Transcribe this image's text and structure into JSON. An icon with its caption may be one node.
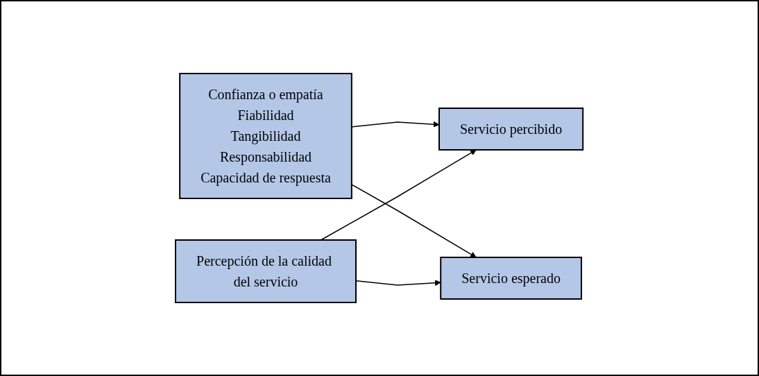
{
  "diagram": {
    "nodes": [
      {
        "text": [
          "Confianza o empatía",
          "Fiabilidad",
          "Tangibilidad",
          "Responsabilidad",
          "Capacidad de respuesta"
        ]
      },
      {
        "text": [
          "Servicio percibido"
        ]
      },
      {
        "text": [
          "Servicio esperado"
        ]
      },
      {
        "text": [
          "Percepción de la calidad del servicio"
        ]
      }
    ],
    "edges": [
      {
        "from": 0,
        "to": 1,
        "arrow": "to"
      },
      {
        "from": 0,
        "to": 2,
        "arrow": "to"
      },
      {
        "from": 3,
        "to": 1,
        "arrow": "to"
      },
      {
        "from": 3,
        "to": 2,
        "arrow": "to"
      }
    ]
  }
}
